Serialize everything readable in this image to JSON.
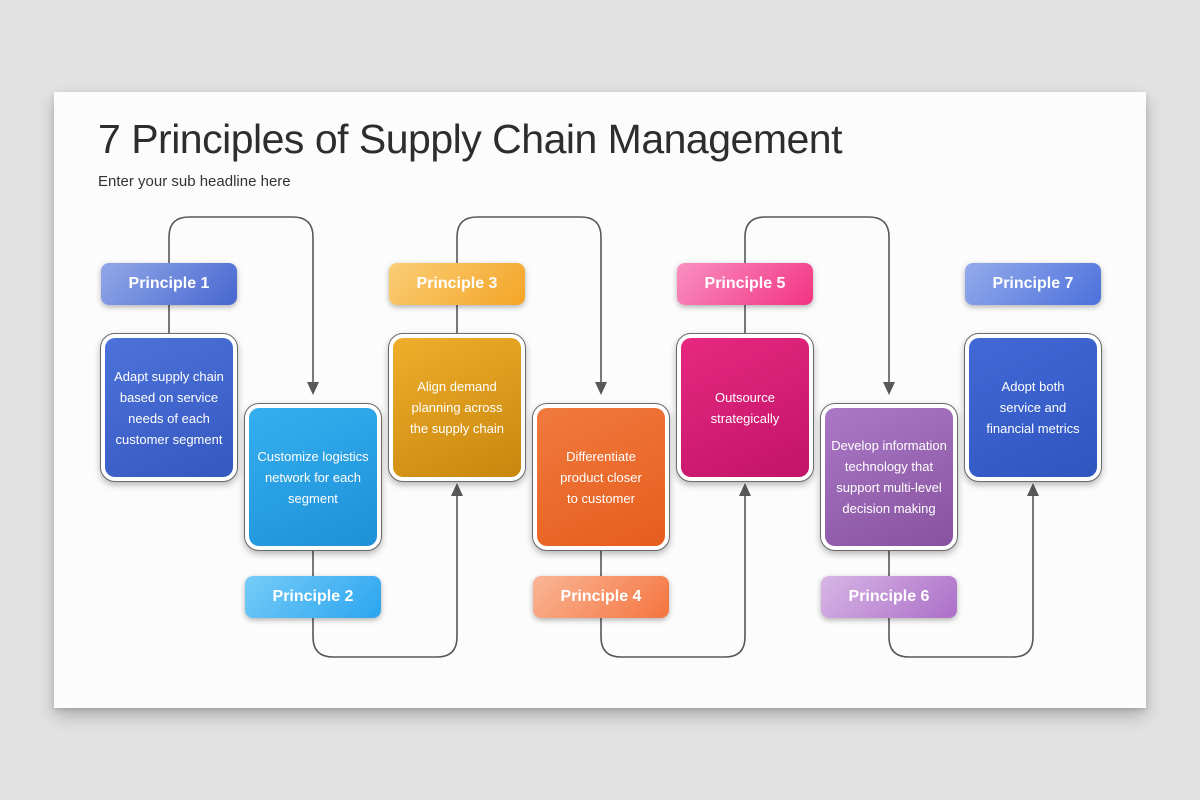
{
  "slide": {
    "title": "7 Principles of Supply Chain Management",
    "subtitle": "Enter your sub headline here"
  },
  "principles": [
    {
      "label": "Principle 1",
      "description": "Adapt supply chain\nbased on service\nneeds of each\ncustomer segment",
      "pill_colors": [
        "#93A8E8",
        "#4767D0"
      ],
      "box_colors": [
        "#4C72DA",
        "#3558C0"
      ]
    },
    {
      "label": "Principle 2",
      "description": "Customize logistics\nnetwork for each\nsegment",
      "pill_colors": [
        "#76CCF8",
        "#2BA5EF"
      ],
      "box_colors": [
        "#35AFEF",
        "#1E90D8"
      ]
    },
    {
      "label": "Principle 3",
      "description": "Align demand\nplanning across\nthe supply chain",
      "pill_colors": [
        "#FACE76",
        "#F4A426"
      ],
      "box_colors": [
        "#EFAE2B",
        "#C8870D"
      ]
    },
    {
      "label": "Principle 4",
      "description": "Differentiate\nproduct closer\nto customer",
      "pill_colors": [
        "#FAB697",
        "#F4743E"
      ],
      "box_colors": [
        "#F07A3E",
        "#E65D1D"
      ]
    },
    {
      "label": "Principle 5",
      "description": "Outsource\nstrategically",
      "pill_colors": [
        "#FA90C1",
        "#F23381"
      ],
      "box_colors": [
        "#E72880",
        "#C11469"
      ]
    },
    {
      "label": "Principle 6",
      "description": "Develop information\ntechnology that\nsupport multi-level\ndecision making",
      "pill_colors": [
        "#D7B6E5",
        "#AC6FC8"
      ],
      "box_colors": [
        "#AA79C6",
        "#87529F"
      ]
    },
    {
      "label": "Principle 7",
      "description": "Adopt both\nservice and\nfinancial metrics",
      "pill_colors": [
        "#94AAEB",
        "#4C71DB"
      ],
      "box_colors": [
        "#4268D6",
        "#2F56BF"
      ]
    }
  ],
  "connector_color": "#58585a"
}
